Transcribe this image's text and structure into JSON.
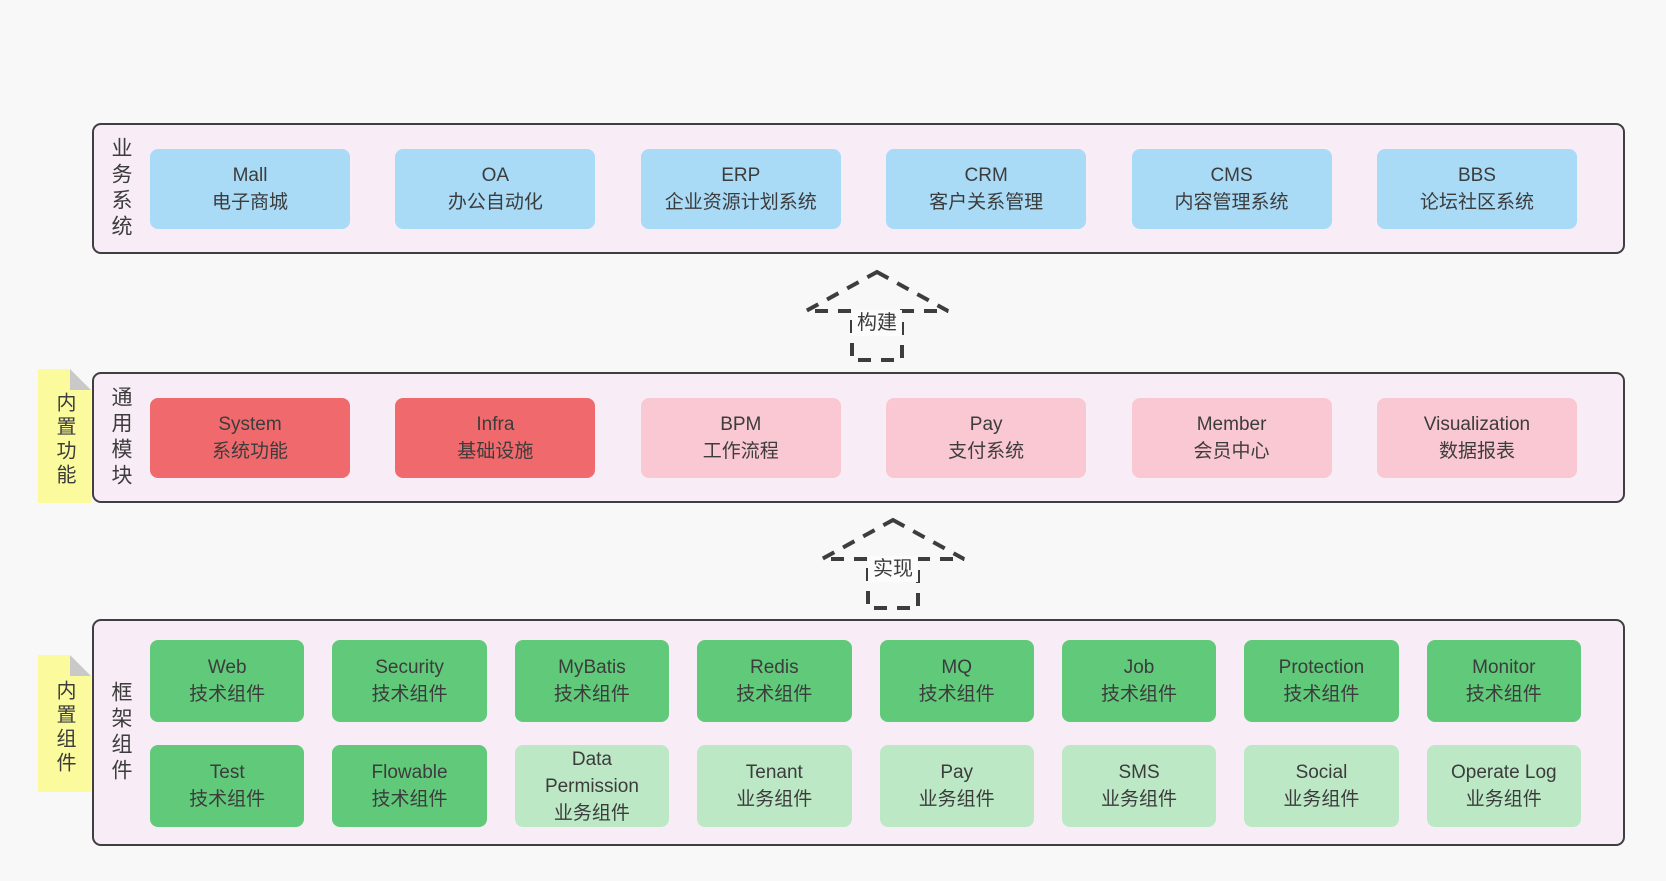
{
  "colors": {
    "page_background": "#f8f8f8",
    "band_background": "#f8edf6",
    "band_border": "#413e42",
    "box_blue": "#a9daf6",
    "box_red": "#f06a6d",
    "box_pink": "#f9c8d2",
    "box_green": "#60c97a",
    "box_green_light": "#bce8c6",
    "sticky_yellow": "#fbfb9d",
    "sticky_fold": "#c9c9c9",
    "text": "#3c3c3c",
    "arrow_dash": "#3d3d3d"
  },
  "arrows": [
    {
      "label": "构建"
    },
    {
      "label": "实现"
    }
  ],
  "bands": [
    {
      "label": "业务系统",
      "boxes": [
        {
          "name": "Mall",
          "desc": "电子商城",
          "type": "blue"
        },
        {
          "name": "OA",
          "desc": "办公自动化",
          "type": "blue"
        },
        {
          "name": "ERP",
          "desc": "企业资源计划系统",
          "type": "blue"
        },
        {
          "name": "CRM",
          "desc": "客户关系管理",
          "type": "blue"
        },
        {
          "name": "CMS",
          "desc": "内容管理系统",
          "type": "blue"
        },
        {
          "name": "BBS",
          "desc": "论坛社区系统",
          "type": "blue"
        }
      ]
    },
    {
      "label": "通用模块",
      "sticky": "内置功能",
      "boxes": [
        {
          "name": "System",
          "desc": "系统功能",
          "type": "red"
        },
        {
          "name": "Infra",
          "desc": "基础设施",
          "type": "red"
        },
        {
          "name": "BPM",
          "desc": "工作流程",
          "type": "pink"
        },
        {
          "name": "Pay",
          "desc": "支付系统",
          "type": "pink"
        },
        {
          "name": "Member",
          "desc": "会员中心",
          "type": "pink"
        },
        {
          "name": "Visualization",
          "desc": "数据报表",
          "type": "pink"
        }
      ]
    },
    {
      "label": "框架组件",
      "sticky": "内置组件",
      "rows": [
        [
          {
            "name": "Web",
            "desc": "技术组件",
            "type": "green"
          },
          {
            "name": "Security",
            "desc": "技术组件",
            "type": "green"
          },
          {
            "name": "MyBatis",
            "desc": "技术组件",
            "type": "green"
          },
          {
            "name": "Redis",
            "desc": "技术组件",
            "type": "green"
          },
          {
            "name": "MQ",
            "desc": "技术组件",
            "type": "green"
          },
          {
            "name": "Job",
            "desc": "技术组件",
            "type": "green"
          },
          {
            "name": "Protection",
            "desc": "技术组件",
            "type": "green"
          },
          {
            "name": "Monitor",
            "desc": "技术组件",
            "type": "green"
          }
        ],
        [
          {
            "name": "Test",
            "desc": "技术组件",
            "type": "green"
          },
          {
            "name": "Flowable",
            "desc": "技术组件",
            "type": "green"
          },
          {
            "name": "Data Permission",
            "desc": "业务组件",
            "type": "green-light"
          },
          {
            "name": "Tenant",
            "desc": "业务组件",
            "type": "green-light"
          },
          {
            "name": "Pay",
            "desc": "业务组件",
            "type": "green-light"
          },
          {
            "name": "SMS",
            "desc": "业务组件",
            "type": "green-light"
          },
          {
            "name": "Social",
            "desc": "业务组件",
            "type": "green-light"
          },
          {
            "name": "Operate Log",
            "desc": "业务组件",
            "type": "green-light"
          }
        ]
      ]
    }
  ]
}
